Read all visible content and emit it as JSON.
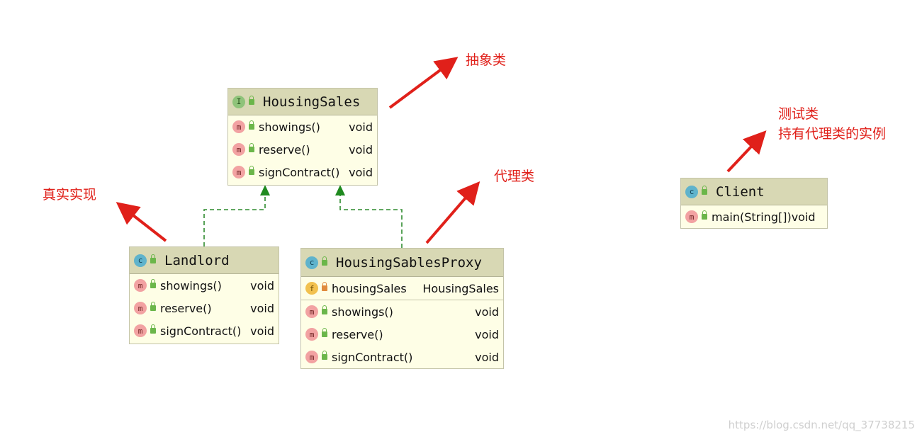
{
  "classes": {
    "housingsales": {
      "name": "HousingSales",
      "badge": "I",
      "methods": [
        {
          "name": "showings()",
          "type": "void"
        },
        {
          "name": "reserve()",
          "type": "void"
        },
        {
          "name": "signContract()",
          "type": "void"
        }
      ]
    },
    "landlord": {
      "name": "Landlord",
      "badge": "c",
      "methods": [
        {
          "name": "showings()",
          "type": "void"
        },
        {
          "name": "reserve()",
          "type": "void"
        },
        {
          "name": "signContract()",
          "type": "void"
        }
      ]
    },
    "proxy": {
      "name": "HousingSablesProxy",
      "badge": "c",
      "field": {
        "badge": "f",
        "name": "housingSales",
        "type": "HousingSales"
      },
      "methods": [
        {
          "name": "showings()",
          "type": "void"
        },
        {
          "name": "reserve()",
          "type": "void"
        },
        {
          "name": "signContract()",
          "type": "void"
        }
      ]
    },
    "client": {
      "name": "Client",
      "badge": "c",
      "methods": [
        {
          "name": "main(String[])",
          "type": "void"
        }
      ]
    }
  },
  "method_badge": "m",
  "annotations": {
    "abstract": "抽象类",
    "real": "真实实现",
    "proxy": "代理类",
    "test_line1": "测试类",
    "test_line2": "持有代理类的实例"
  },
  "watermark": "https://blog.csdn.net/qq_37738215",
  "colors": {
    "annotation": "#e0201a",
    "relation": "#2e8b2e",
    "class_body": "#fefee6",
    "class_header": "#d8d8b4"
  }
}
